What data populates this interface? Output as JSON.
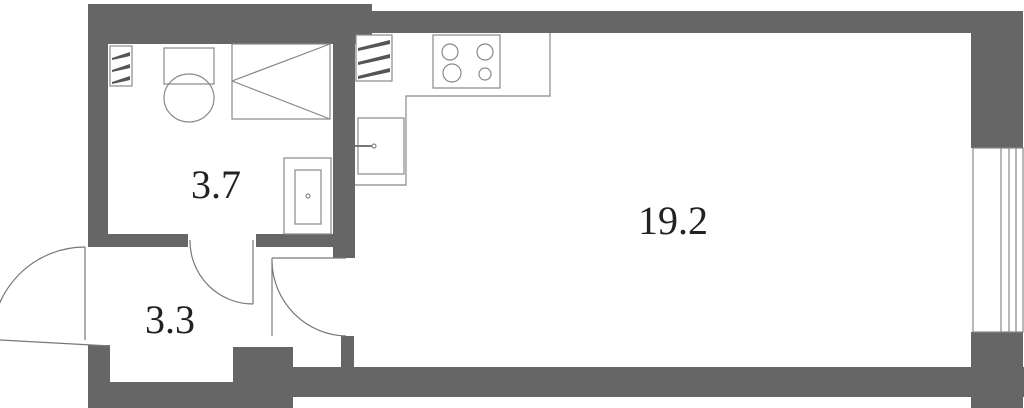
{
  "rooms": [
    {
      "id": "bathroom",
      "area": "3.7"
    },
    {
      "id": "hallway",
      "area": "3.3"
    },
    {
      "id": "living-room",
      "area": "19.2"
    }
  ],
  "colors": {
    "wall": "#666666",
    "fixture_line": "#888888",
    "background": "#ffffff"
  },
  "icons": [
    "toilet-icon",
    "shower-icon",
    "bathroom-sink-icon",
    "stove-icon",
    "kitchen-sink-icon",
    "ventilation-icon",
    "window-icon",
    "door-icon"
  ]
}
